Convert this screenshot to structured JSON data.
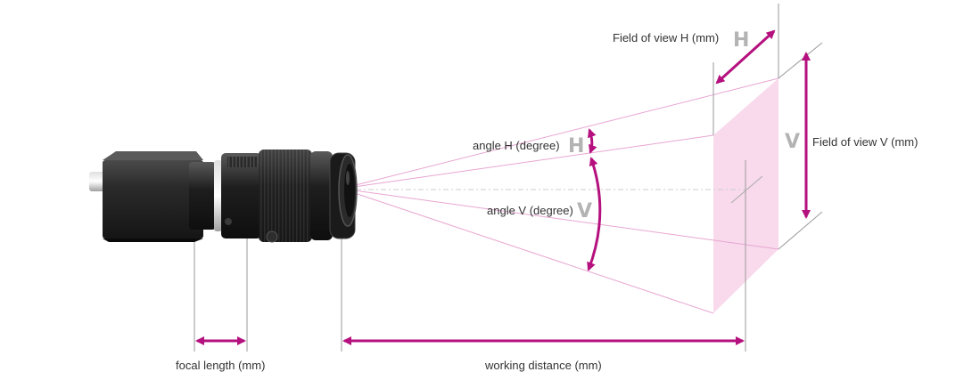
{
  "labels": {
    "fov_h": "Field of view  H (mm)",
    "fov_v": "Field of view  V (mm)",
    "angle_h": "angle  H (degree)",
    "angle_v": "angle  V (degree)",
    "focal_length": "focal length (mm)",
    "working_distance": "working distance (mm)"
  },
  "markers": {
    "fov_h": "H",
    "fov_v": "V",
    "angle_h": "H",
    "angle_v": "V"
  },
  "colors": {
    "arrow": "#b5117e",
    "field_fill": "#f7d6ea",
    "ray": "#e8a6d2",
    "guide": "#9a9a9a",
    "marker": "#b3b3b3",
    "text": "#333333"
  },
  "icons": {
    "camera": "machine-vision-camera-with-lens"
  }
}
